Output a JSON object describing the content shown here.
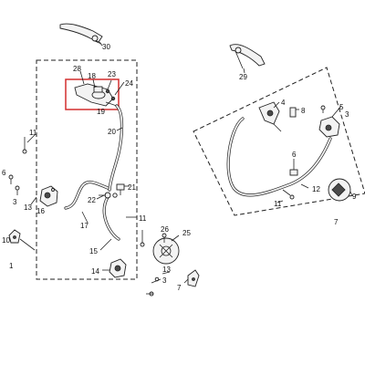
{
  "colors": {
    "highlight": "#d32f2f",
    "ink": "#222222"
  },
  "callouts": {
    "c30": "30",
    "c29": "29",
    "c28": "28",
    "c23": "23",
    "c18": "18",
    "c24": "24",
    "c19": "19",
    "c20": "20",
    "c4": "4",
    "c5": "5",
    "c8": "8",
    "c3a": "3",
    "c11a": "11",
    "c6a": "6",
    "c3b": "3",
    "c13a": "13",
    "c16": "16",
    "c22": "22",
    "c21": "21",
    "c17": "17",
    "c6b": "6",
    "c12": "12",
    "c9": "9",
    "c11b": "11",
    "c11c": "11",
    "c7a": "7",
    "c26": "26",
    "c10": "10",
    "c25": "25",
    "c15": "15",
    "c1": "1",
    "c14": "14",
    "c13b": "13",
    "c3c": "3",
    "c7b": "7"
  }
}
